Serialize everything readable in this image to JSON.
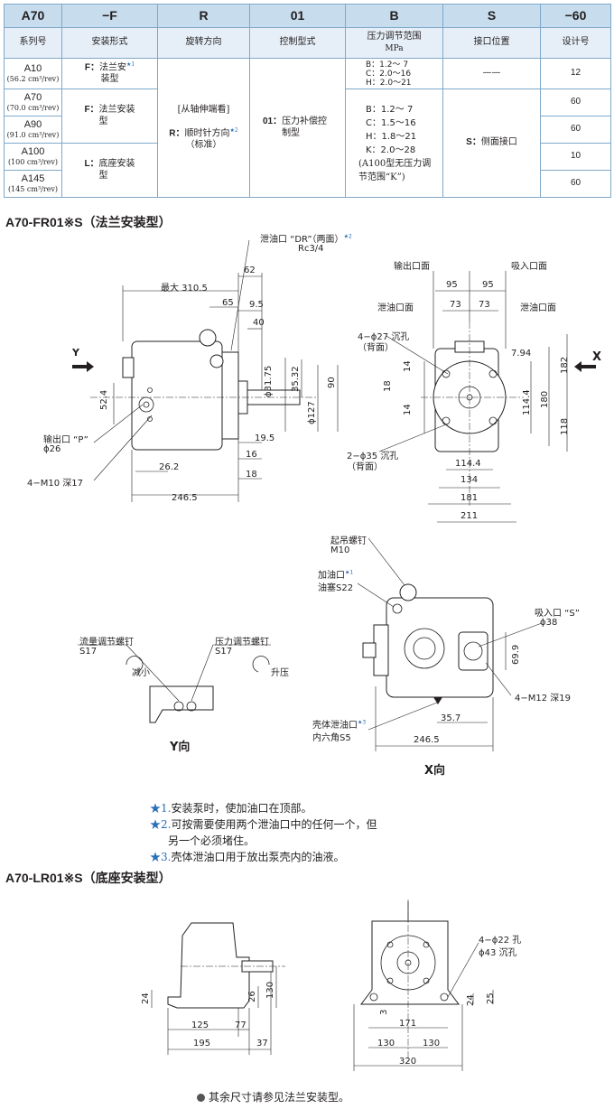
{
  "table": {
    "codes": [
      "A70",
      "−F",
      "R",
      "01",
      "B",
      "S",
      "−60"
    ],
    "headers": [
      "系列号",
      "安装形式",
      "旋转方向",
      "控制型式",
      "压力调节范围",
      "接口位置",
      "设计号"
    ],
    "header_unit": "MPa",
    "models": [
      {
        "name": "A10",
        "disp": "(56.2 cm³/rev)"
      },
      {
        "name": "A70",
        "disp": "(70.0 cm³/rev)"
      },
      {
        "name": "A90",
        "disp": "(91.0 cm³/rev)"
      },
      {
        "name": "A100",
        "disp": "(100 cm³/rev)"
      },
      {
        "name": "A145",
        "disp": "(145 cm³/rev)"
      }
    ],
    "mount_a10_code": "F：",
    "mount_a10_text": "法兰安",
    "mount_a10_star": "★1",
    "mount_a10_text2": "装型",
    "mount_f_code": "F：",
    "mount_f_text": "法兰安装型",
    "mount_l_code": "L：",
    "mount_l_text": "底座安装型",
    "rotation_view": "[从轴伸端看]",
    "rotation_code": "R：",
    "rotation_text": "顺时针方向",
    "rotation_star": "★2",
    "rotation_std": "（标准）",
    "control_code": "01：",
    "control_text": "压力补偿控制型",
    "pressure_a10": [
      "B：1.2～ 7",
      "C：2.0～16",
      "H：2.0～21"
    ],
    "pressure_main": [
      "B：1.2～ 7",
      "C：1.5～16",
      "H：1.8～21",
      "K：2.0～28"
    ],
    "pressure_note": "(A100型无压力调节范围“K”)",
    "port_a10": "——",
    "port_code": "S：",
    "port_text": "侧面接口",
    "design": [
      "12",
      "60",
      "60",
      "10",
      "60"
    ]
  },
  "section1_title": "A70-FR01※S（法兰安装型）",
  "section2_title": "A70-LR01※S（底座安装型）",
  "drawing1": {
    "labels": {
      "drain_dr": "泄油口 “DR”（两面）",
      "drain_dr_star": "★2",
      "rc": "Rc3/4",
      "outlet_p": "输出口 “P”",
      "phi26": "ϕ26",
      "m10": "4−M10 深17",
      "y_mark": "Y",
      "x_mark": "X"
    },
    "dims": [
      "最大 310.5",
      "62",
      "65",
      "9.5",
      "40",
      "ϕ31.75",
      "35.32",
      "ϕ127",
      "90",
      "52.4",
      "19.5",
      "16",
      "18",
      "26.2",
      "246.5"
    ]
  },
  "drawing2": {
    "labels": {
      "outlet_face": "输出口面",
      "inlet_face": "吸入口面",
      "drain_face1": "泄油口面",
      "drain_face2": "泄油口面",
      "hole27": "4−ϕ27 沉孔",
      "hole27_sub": "（背面）",
      "hole35": "2−ϕ35 沉孔",
      "hole35_sub": "（背面）",
      "key": "7.94"
    },
    "dims": [
      "95",
      "95",
      "73",
      "73",
      "182",
      "14",
      "18",
      "14",
      "114.4",
      "180",
      "118",
      "114.4",
      "134",
      "181",
      "211"
    ]
  },
  "drawing_x": {
    "labels": {
      "eye_bolt": "起吊螺钉",
      "eye_bolt_size": "M10",
      "fill_port": "加油口",
      "fill_star": "★1",
      "plug": "油塞S22",
      "inlet_s": "吸入口 “S”",
      "phi38": "ϕ38",
      "m12": "4−M12 深19",
      "case_drain": "壳体泄油口",
      "case_drain_star": "★3",
      "hex": "内六角S5",
      "caption": "X向"
    },
    "dims": [
      "69.9",
      "35.7",
      "246.5"
    ]
  },
  "drawing_y": {
    "labels": {
      "flow_screw": "流量调节螺钉",
      "flow_size": "S17",
      "decrease": "减小",
      "pressure_screw": "压力调节螺钉",
      "pressure_size": "S17",
      "increase": "升压",
      "caption": "Y向"
    }
  },
  "notes": [
    {
      "star": "★1.",
      "text": "安装泵时，使加油口在顶部。"
    },
    {
      "star": "★2.",
      "text": "可按需要使用两个泄油口中的任何一个，但"
    },
    {
      "star": "",
      "text": "另一个必须堵住。"
    },
    {
      "star": "★3.",
      "text": "壳体泄油口用于放出泵壳内的油液。"
    }
  ],
  "drawing_base": {
    "labels": {
      "hole22": "4−ϕ22 孔",
      "hole43": "ϕ43 沉孔"
    },
    "dims": [
      "24",
      "26",
      "130",
      "125",
      "77",
      "195",
      "37",
      "3",
      "171",
      "130",
      "130",
      "320",
      "24",
      "25"
    ]
  },
  "footer": "其余尺寸请参见法兰安装型。"
}
